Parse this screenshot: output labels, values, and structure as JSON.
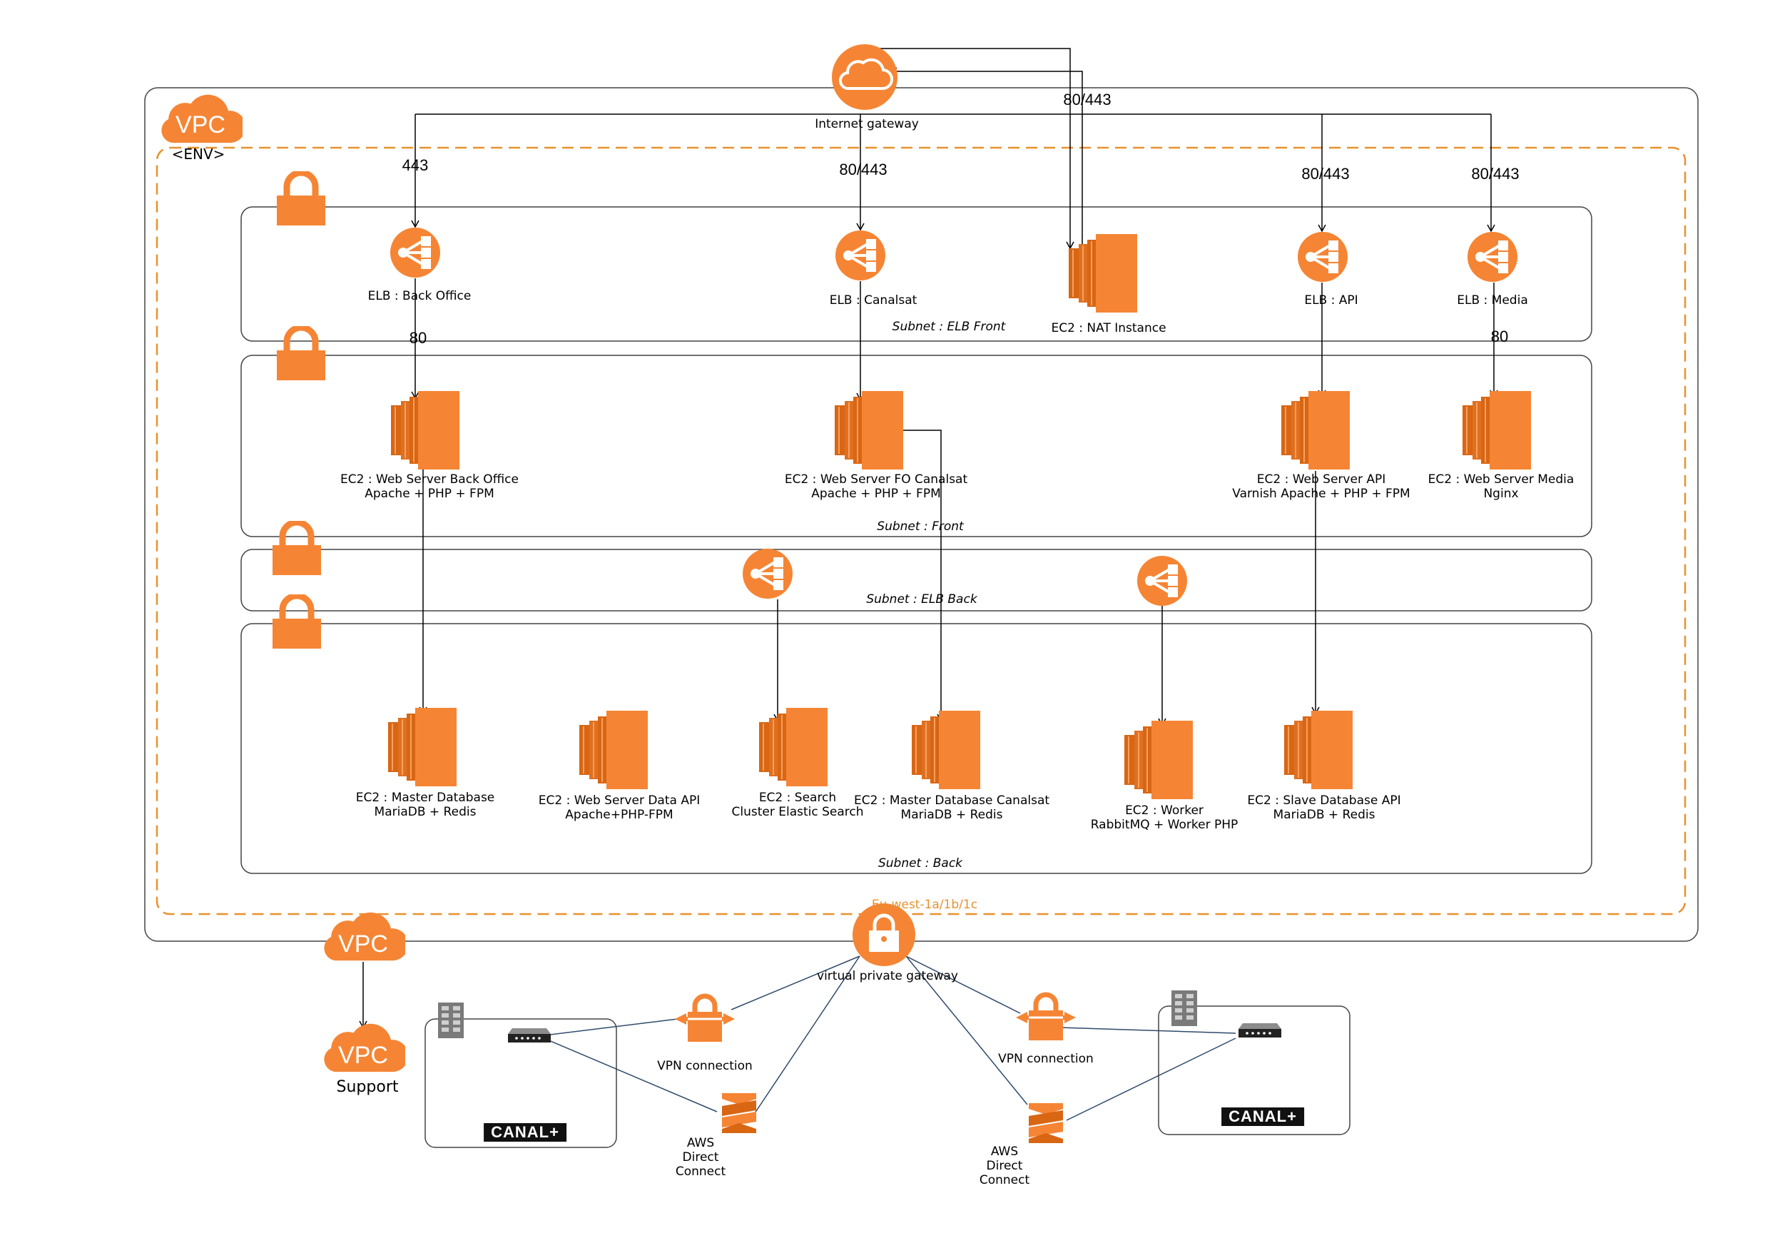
{
  "colors": {
    "aws_orange": "#F58534",
    "aws_orange_dark": "#D86613",
    "line": "#000000",
    "vpn_line": "#2f4a6b",
    "region_border": "#E8912E"
  },
  "vpc": {
    "badge": "VPC",
    "env": "<ENV>",
    "region": "Eu-west-1a/1b/1c"
  },
  "internet_gateway": {
    "label": "Internet gateway",
    "icon": "cloud-icon"
  },
  "ports": {
    "igw_nat": "80/443",
    "backoffice_in": "443",
    "canalsat_in": "80/443",
    "api_in": "80/443",
    "media_in": "80/443",
    "backoffice_out": "80",
    "media_out": "80"
  },
  "subnets": {
    "elb_front": "Subnet : ELB Front",
    "front": "Subnet : Front",
    "elb_back": "Subnet : ELB Back",
    "back": "Subnet : Back"
  },
  "elb_front": [
    {
      "label": "ELB : Back Office"
    },
    {
      "label": "ELB : Canalsat"
    },
    {
      "label": "ELB : API"
    },
    {
      "label": "ELB : Media"
    }
  ],
  "nat": {
    "label": "EC2 : NAT Instance"
  },
  "front": [
    {
      "line1": "EC2 : Web Server Back Office",
      "line2": "Apache + PHP + FPM"
    },
    {
      "line1": "EC2 : Web Server FO Canalsat",
      "line2": "Apache + PHP + FPM"
    },
    {
      "line1": "EC2 : Web Server API",
      "line2": "Varnish Apache + PHP + FPM"
    },
    {
      "line1": "EC2 : Web Server Media",
      "line2": "Nginx"
    }
  ],
  "back": [
    {
      "line1": "EC2 : Master Database",
      "line2": "MariaDB + Redis"
    },
    {
      "line1": "EC2 : Web Server Data API",
      "line2": "Apache+PHP-FPM"
    },
    {
      "line1": "EC2 : Search",
      "line2": "Cluster Elastic Search"
    },
    {
      "line1": "EC2 : Master Database Canalsat",
      "line2": "MariaDB + Redis"
    },
    {
      "line1": "EC2 : Worker",
      "line2": "RabbitMQ + Worker PHP"
    },
    {
      "line1": "EC2 : Slave Database API",
      "line2": "MariaDB + Redis"
    }
  ],
  "vpg": {
    "label": "virtual private gateway"
  },
  "support_vpc": {
    "badge": "VPC",
    "label": "Support"
  },
  "left_site": {
    "vpn": "VPN connection",
    "dc1": "AWS",
    "dc2": "Direct",
    "dc3": "Connect",
    "brand": "CANAL+"
  },
  "right_site": {
    "vpn": "VPN connection",
    "dc1": "AWS",
    "dc2": "Direct",
    "dc3": "Connect",
    "brand": "CANAL+"
  }
}
